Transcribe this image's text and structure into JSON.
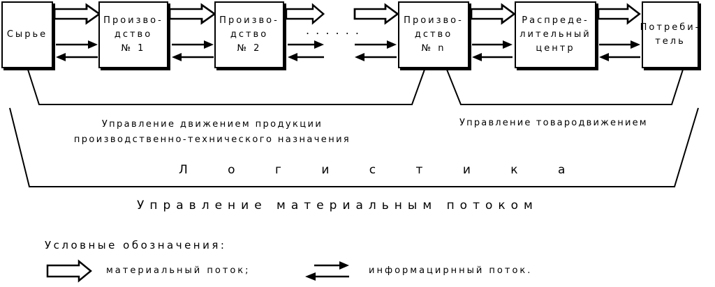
{
  "nodes": {
    "raw": [
      "Сырье"
    ],
    "prod1": [
      "Произво-",
      "дство",
      "№ 1"
    ],
    "prod2": [
      "Произво-",
      "дство",
      "№ 2"
    ],
    "prodn": [
      "Произво-",
      "дство",
      "№ n"
    ],
    "dist": [
      "Распреде-",
      "лительный",
      "центр"
    ],
    "consumer": [
      "Потреби-",
      "тель"
    ]
  },
  "ellipsis": ". . . . . .",
  "brackets": {
    "production_mgmt": [
      "Управление движением продукции",
      "производственно-технического назначения"
    ],
    "distribution_mgmt": "Управление товародвижением",
    "logistics": "Л о г и с т и к а",
    "material_flow_mgmt": "Управление материальным потоком"
  },
  "legend": {
    "title": "Условные обозначения:",
    "material_flow": "материальный поток;",
    "info_flow": "информацирнный поток."
  }
}
